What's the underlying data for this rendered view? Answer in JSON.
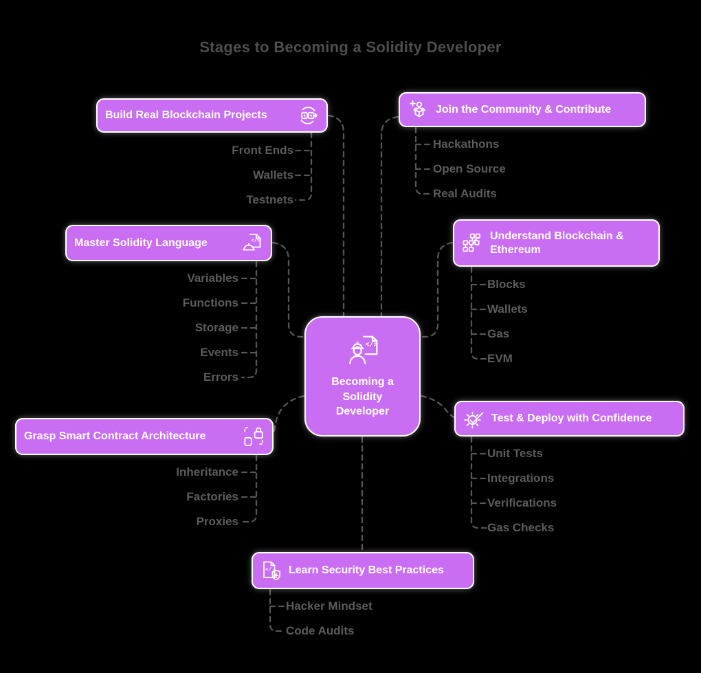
{
  "title": "Stages to Becoming a Solidity Developer",
  "center": {
    "label": "Becoming a Solidity Developer",
    "icon": "engineer-document-icon"
  },
  "branches": [
    {
      "id": "build-projects",
      "side": "left",
      "label": "Build Real Blockchain Projects",
      "icon": "sync-blocks-icon",
      "items": [
        "Front Ends",
        "Wallets",
        "Testnets"
      ]
    },
    {
      "id": "join-community",
      "side": "right",
      "label": "Join the Community & Contribute",
      "icon": "contributor-cube-icon",
      "items": [
        "Hackathons",
        "Open Source",
        "Real Audits"
      ]
    },
    {
      "id": "master-solidity",
      "side": "left",
      "label": "Master Solidity Language",
      "icon": "hardhat-code-doc-icon",
      "items": [
        "Variables",
        "Functions",
        "Storage",
        "Events",
        "Errors"
      ]
    },
    {
      "id": "understand-blockchain",
      "side": "right",
      "label": "Understand Blockchain & Ethereum",
      "icon": "blocks-network-icon",
      "items": [
        "Blocks",
        "Wallets",
        "Gas",
        "EVM"
      ]
    },
    {
      "id": "grasp-architecture",
      "side": "left",
      "label": "Grasp Smart Contract Architecture",
      "icon": "contract-lock-icon",
      "items": [
        "Inheritance",
        "Factories",
        "Proxies"
      ]
    },
    {
      "id": "test-deploy",
      "side": "right",
      "label": "Test & Deploy with Confidence",
      "icon": "gear-check-icon",
      "items": [
        "Unit Tests",
        "Integrations",
        "Verifications",
        "Gas Checks"
      ]
    },
    {
      "id": "learn-security",
      "side": "bottom",
      "label": "Learn Security Best Practices",
      "icon": "code-shield-icon",
      "items": [
        "Hacker Mindset",
        "Code Audits"
      ]
    }
  ],
  "icon_glyphs": {
    "code": "</>",
    "code_open": "</"
  },
  "colors": {
    "background": "#000000",
    "node_fill": "#c96ef3",
    "node_border": "#ffffff",
    "node_text": "#ffffff",
    "connector": "#565656",
    "sub_label": "#5c5c5c",
    "title": "#4e4e4e"
  }
}
